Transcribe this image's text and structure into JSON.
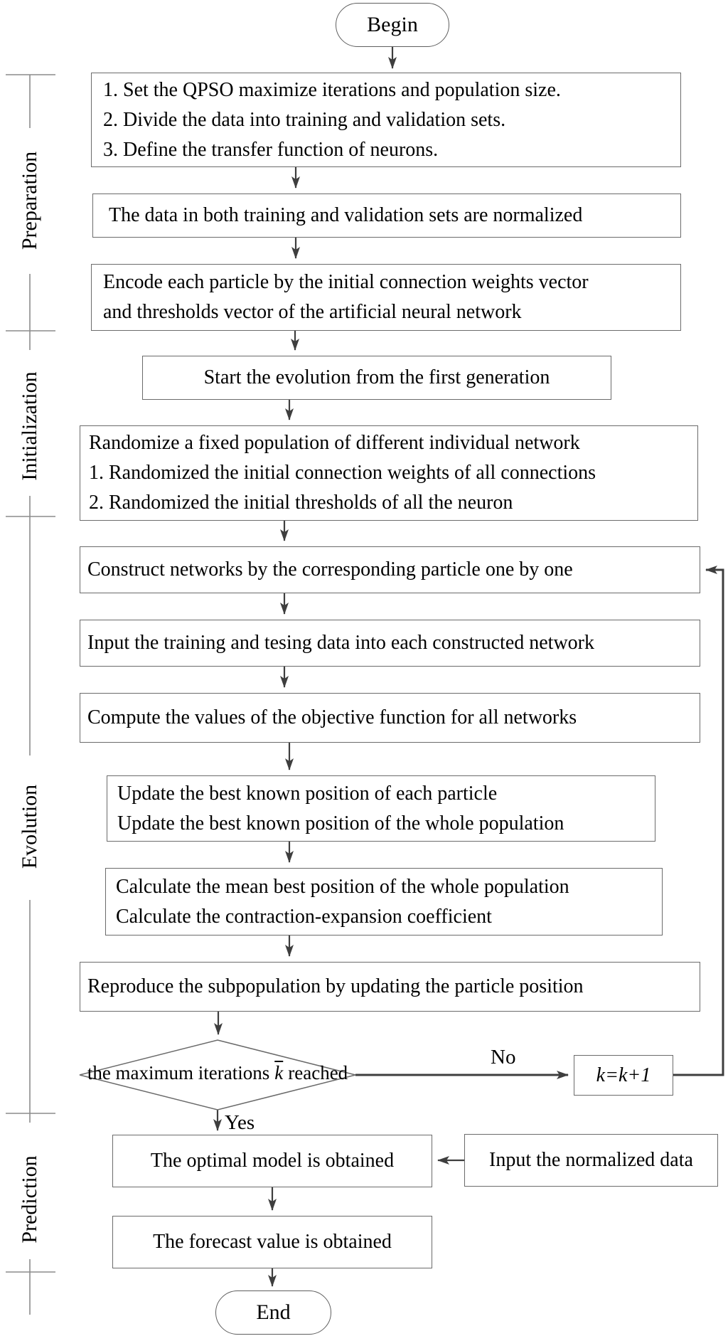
{
  "flowchart": {
    "terminators": {
      "begin": "Begin",
      "end": "End"
    },
    "sections": [
      {
        "label": "Preparation"
      },
      {
        "label": "Initialization"
      },
      {
        "label": "Evolution"
      },
      {
        "label": "Prediction"
      }
    ],
    "boxes": {
      "setup": {
        "lines": [
          "1. Set the QPSO maximize iterations and population size.",
          "2. Divide the data into training and validation sets.",
          "3. Define the transfer function of neurons."
        ]
      },
      "normalize": {
        "text": "The data in both training and validation sets are normalized"
      },
      "encode": {
        "lines": [
          "Encode each particle by the initial connection weights vector",
          "and thresholds vector of the artificial neural network"
        ]
      },
      "start_evolution": {
        "text": "Start the evolution from the first generation"
      },
      "randomize": {
        "lines": [
          "Randomize a fixed population of different individual network",
          "1. Randomized the initial connection weights of all connections",
          "2. Randomized the initial thresholds of all the neuron"
        ]
      },
      "construct": {
        "text": "Construct networks by the corresponding particle one by one"
      },
      "input_training": {
        "text": "Input the training and tesing data into each constructed network"
      },
      "compute": {
        "text": "Compute the values of the objective function for all networks"
      },
      "update_best": {
        "lines": [
          "Update the best known position of each particle",
          "Update the best known position of the whole population"
        ]
      },
      "calculate": {
        "lines": [
          "Calculate the mean best position of the whole population",
          "Calculate the contraction-expansion coefficient"
        ]
      },
      "reproduce": {
        "text": "Reproduce the subpopulation by updating the particle position"
      },
      "decision": {
        "pre": "the maximum iterations",
        "k_bar": "k",
        "post": "reached"
      },
      "increment": {
        "text": "k=k+1"
      },
      "optimal": {
        "text": "The optimal model is obtained"
      },
      "input_normalized": {
        "text": "Input the normalized data"
      },
      "forecast": {
        "text": "The forecast value is obtained"
      }
    },
    "edge_labels": {
      "no": "No",
      "yes": "Yes"
    },
    "colors": {
      "border": "#6b6b6b",
      "arrow": "#3e3e3e",
      "bracket": "#8c8c8c",
      "text": "#000000"
    }
  }
}
